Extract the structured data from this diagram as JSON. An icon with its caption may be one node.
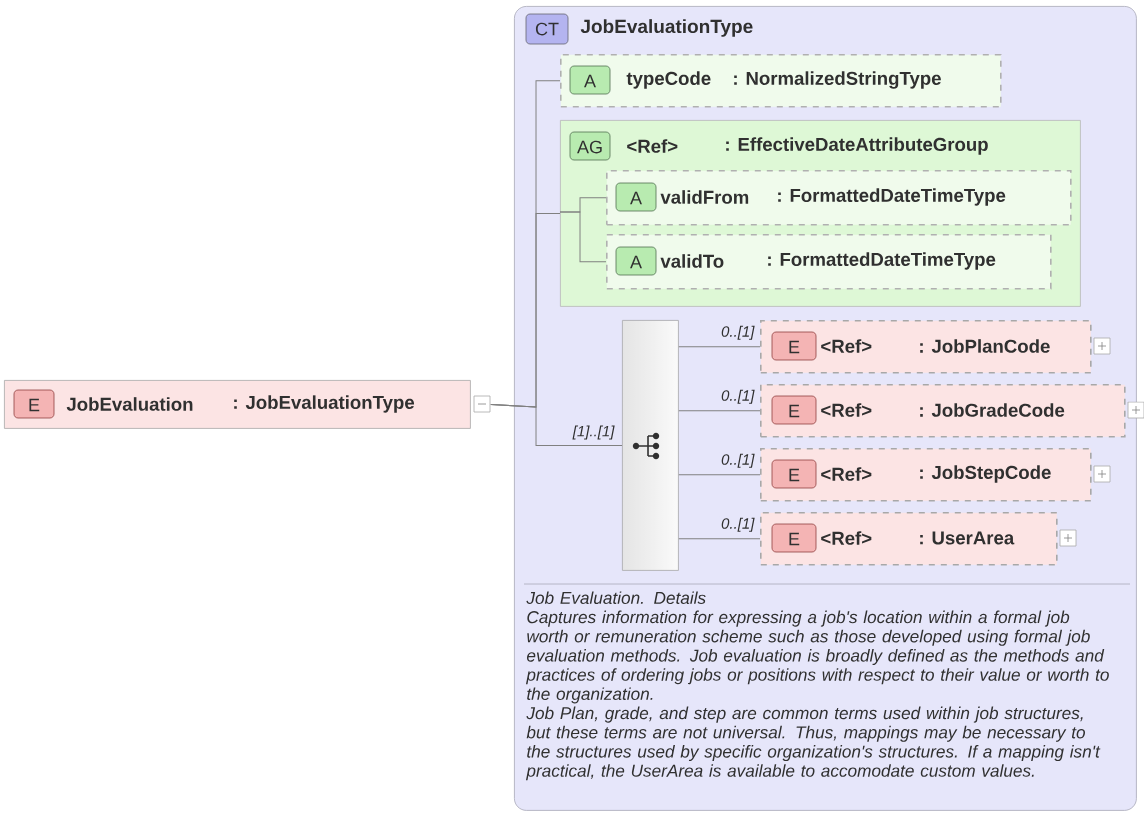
{
  "diagram": {
    "nodes": [
      {
        "text": [
          "E",
          "JobEvaluation",
          ": JobEvaluationType"
        ]
      },
      {
        "text": [
          "CT",
          "JobEvaluationType",
          "Job Evaluation. Details",
          "Captures information for expressing a job's location within a formal job worth or remuneration scheme such as those developed using formal job evaluation methods. Job evaluation is broadly defined as the methods and practices of ordering jobs or positions with respect to their value or worth to the organization.",
          "Job Plan, grade, and step are common terms used within job structures, but these terms are not universal. Thus, mappings may be necessary to the structures used by specific organization's structures. If a mapping isn't practical, the UserArea is available to accomodate custom values."
        ]
      },
      {
        "text": [
          "A",
          "typeCode",
          ": NormalizedStringType"
        ],
        "in": 1
      },
      {
        "text": [
          "AG",
          "<Ref>",
          ": EffectiveDateAttributeGroup"
        ],
        "in": 1
      },
      {
        "text": [
          "A",
          "validFrom",
          ": FormattedDateTimeType"
        ],
        "in": 3
      },
      {
        "text": [
          "A",
          "validTo",
          ": FormattedDateTimeType"
        ],
        "in": 3
      },
      {
        "text": [],
        "shape": "box",
        "in": 1
      },
      {
        "text": [
          "E",
          "<Ref>",
          ": JobPlanCode"
        ],
        "in": 1
      },
      {
        "text": [
          "E",
          "<Ref>",
          ": JobGradeCode"
        ],
        "in": 1
      },
      {
        "text": [
          "E",
          "<Ref>",
          ": JobStepCode"
        ],
        "in": 1
      },
      {
        "text": [
          "E",
          "<Ref>",
          ": UserArea"
        ],
        "in": 1
      }
    ],
    "edges": [
      {
        "from": 0,
        "to": 2,
        "arrow": "none"
      },
      {
        "from": 0,
        "to": 3,
        "arrow": "none"
      },
      {
        "from": 0,
        "to": 6,
        "arrow": "none",
        "label": "[1]..[1]"
      },
      {
        "from": 3,
        "to": 4,
        "arrow": "none"
      },
      {
        "from": 3,
        "to": 5,
        "arrow": "none"
      },
      {
        "from": 6,
        "to": 7,
        "arrow": "none",
        "label": "0..[1]"
      },
      {
        "from": 6,
        "to": 8,
        "arrow": "none",
        "label": "0..[1]"
      },
      {
        "from": 6,
        "to": 9,
        "arrow": "none",
        "label": "0..[1]"
      },
      {
        "from": 6,
        "to": 10,
        "arrow": "none",
        "label": "0..[1]"
      }
    ]
  }
}
